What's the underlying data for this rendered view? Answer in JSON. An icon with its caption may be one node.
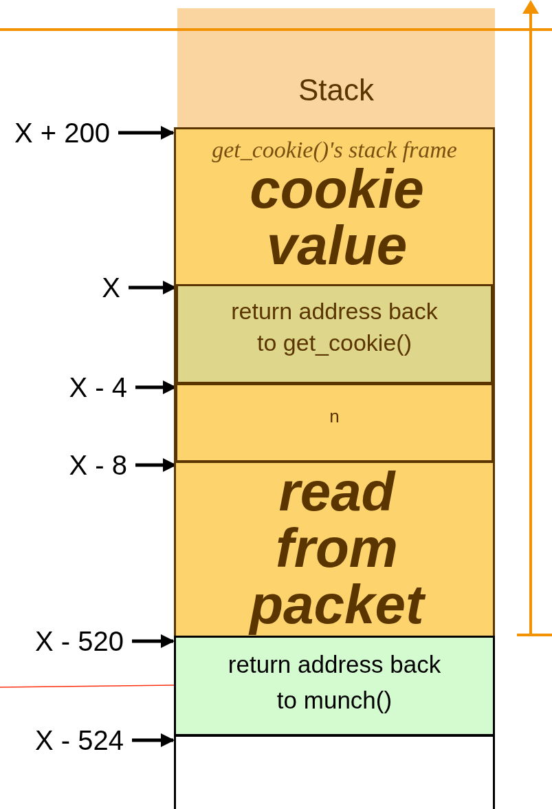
{
  "diagram": {
    "nodes": [
      {
        "text": [
          "Stack"
        ]
      },
      {
        "text": [
          "get_cookie()'s stack frame"
        ]
      },
      {
        "text": [
          "return address back to get_cookie()"
        ],
        "in": 1
      },
      {
        "text": [
          "n"
        ],
        "in": 1
      },
      {
        "text": [],
        "shape": "box",
        "in": 1
      },
      {
        "text": [
          "return address back to munch()"
        ]
      },
      {
        "text": [],
        "shape": "box"
      },
      {
        "text": [
          "X + 200"
        ]
      },
      {
        "text": [
          "X"
        ]
      },
      {
        "text": [
          "X - 4"
        ]
      },
      {
        "text": [
          "X - 8"
        ]
      },
      {
        "text": [
          "X - 520"
        ]
      },
      {
        "text": [
          "X - 524"
        ]
      }
    ],
    "edges": [
      {
        "from": 7,
        "to": 1,
        "arrow": "to"
      },
      {
        "from": 8,
        "to": 2,
        "arrow": "to"
      },
      {
        "from": 9,
        "to": 3,
        "arrow": "to"
      },
      {
        "from": 10,
        "to": 4,
        "arrow": "to"
      },
      {
        "from": 11,
        "to": 5,
        "arrow": "to"
      },
      {
        "from": 12,
        "to": 6,
        "arrow": "to"
      }
    ],
    "labels": [
      "cookie value read from packet"
    ]
  }
}
